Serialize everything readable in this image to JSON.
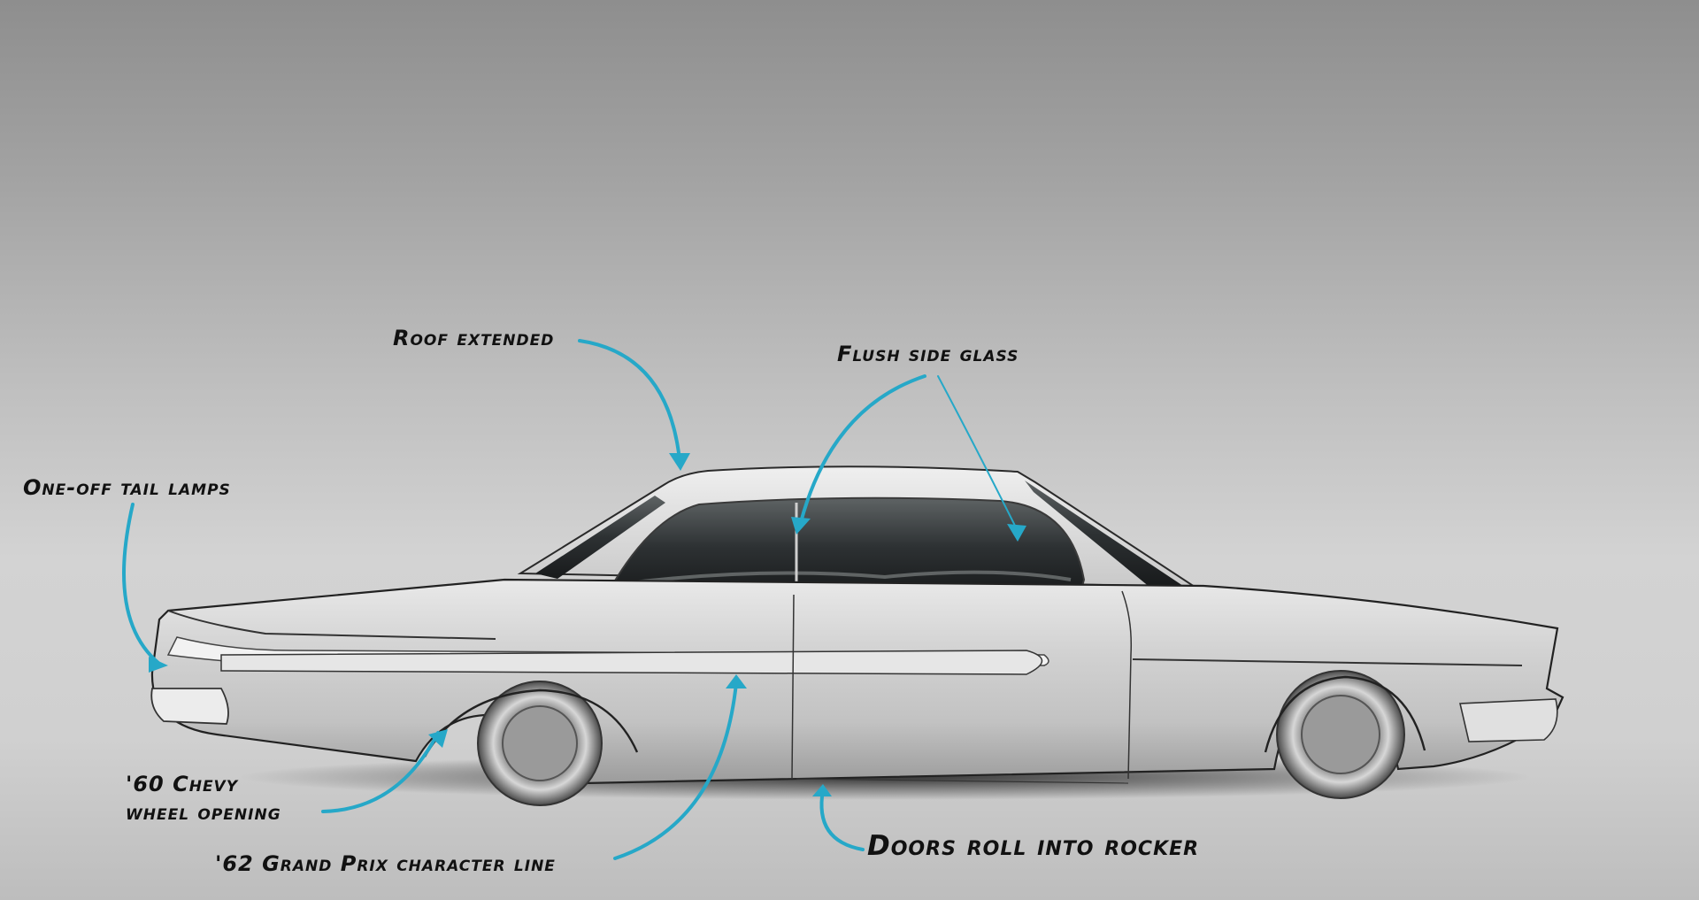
{
  "callouts": {
    "roof_extended": "Roof extended",
    "flush_side_glass": "Flush side glass",
    "one_off_tail_lamps": "One-off tail lamps",
    "wheel_opening": "'60 Chevy\nwheel opening",
    "character_line": "'62 Grand Prix character line",
    "doors_roll": "Doors roll into rocker"
  },
  "colors": {
    "arrow": "#26a8c8",
    "background_top": "#8e8e8e",
    "background_mid": "#d3d3d3",
    "body": "#d4d4d4",
    "glass": "#2b2f31",
    "ink": "#111111"
  },
  "icons": [
    "car-sketch-illustration",
    "arrow-icon"
  ]
}
